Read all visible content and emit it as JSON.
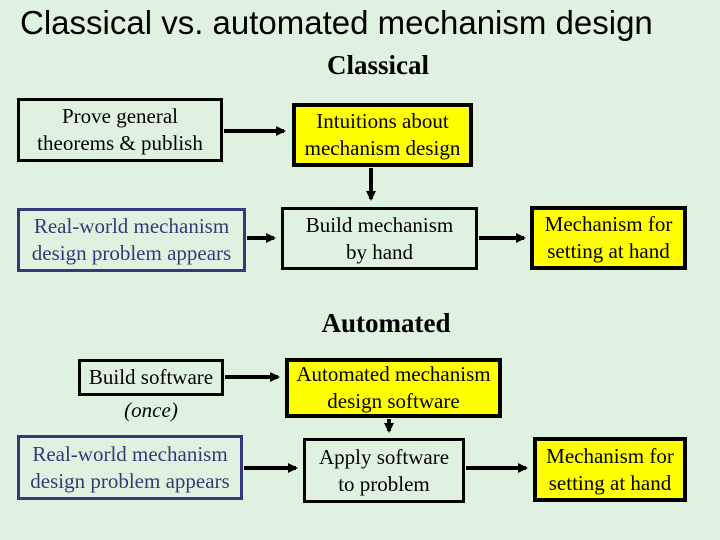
{
  "slide": {
    "title": "Classical vs. automated mechanism design",
    "background_color": "#dff2df",
    "yellow_color": "#ffff00",
    "blue_color": "#333a7a"
  },
  "classical": {
    "heading": "Classical",
    "boxes": {
      "prove": "Prove general\ntheorems & publish",
      "intuitions": "Intuitions about\nmechanism design",
      "real_world": "Real-world mechanism\ndesign problem appears",
      "build_by_hand": "Build mechanism\nby hand",
      "mechanism_for_setting": "Mechanism for\nsetting at hand"
    }
  },
  "automated": {
    "heading": "Automated",
    "boxes": {
      "build_software": "Build software",
      "once": "(once)",
      "amd_software": "Automated mechanism\ndesign software",
      "real_world": "Real-world mechanism\ndesign problem appears",
      "apply_software": "Apply software\nto problem",
      "mechanism_for_setting": "Mechanism for\nsetting at hand"
    }
  }
}
